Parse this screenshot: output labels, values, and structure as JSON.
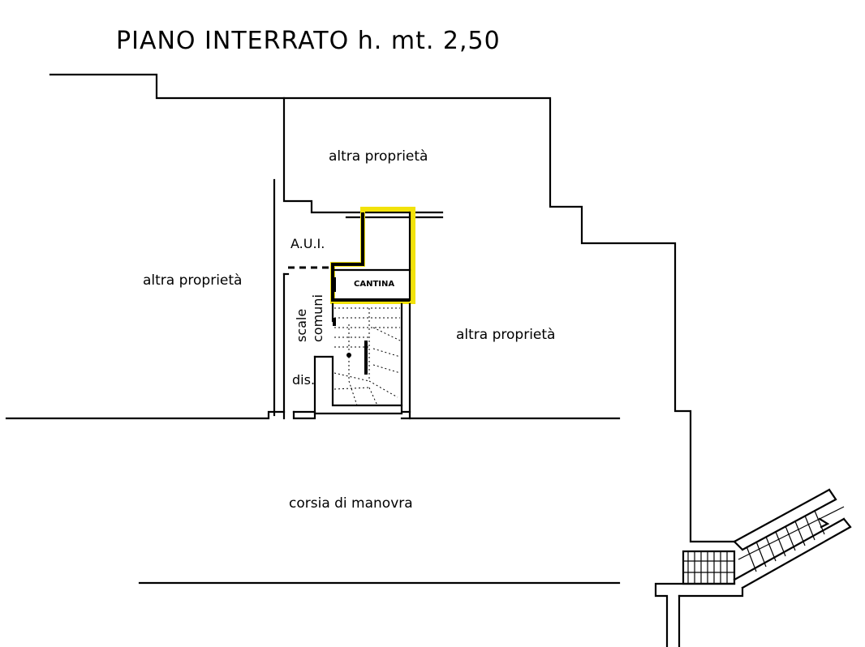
{
  "title": "PIANO INTERRATO h. mt. 2,50",
  "labels": {
    "other_property_top": "altra proprietà",
    "other_property_left": "altra proprietà",
    "other_property_right": "altra proprietà",
    "aui": "A.U.I.",
    "cantina": "CANTINA",
    "common_stairs_1": "scale",
    "common_stairs_2": "comuni",
    "dis": "dis.",
    "maneuver_lane": "corsia di manovra"
  },
  "colors": {
    "lines": "#000000",
    "highlight": "#f2e20a"
  }
}
